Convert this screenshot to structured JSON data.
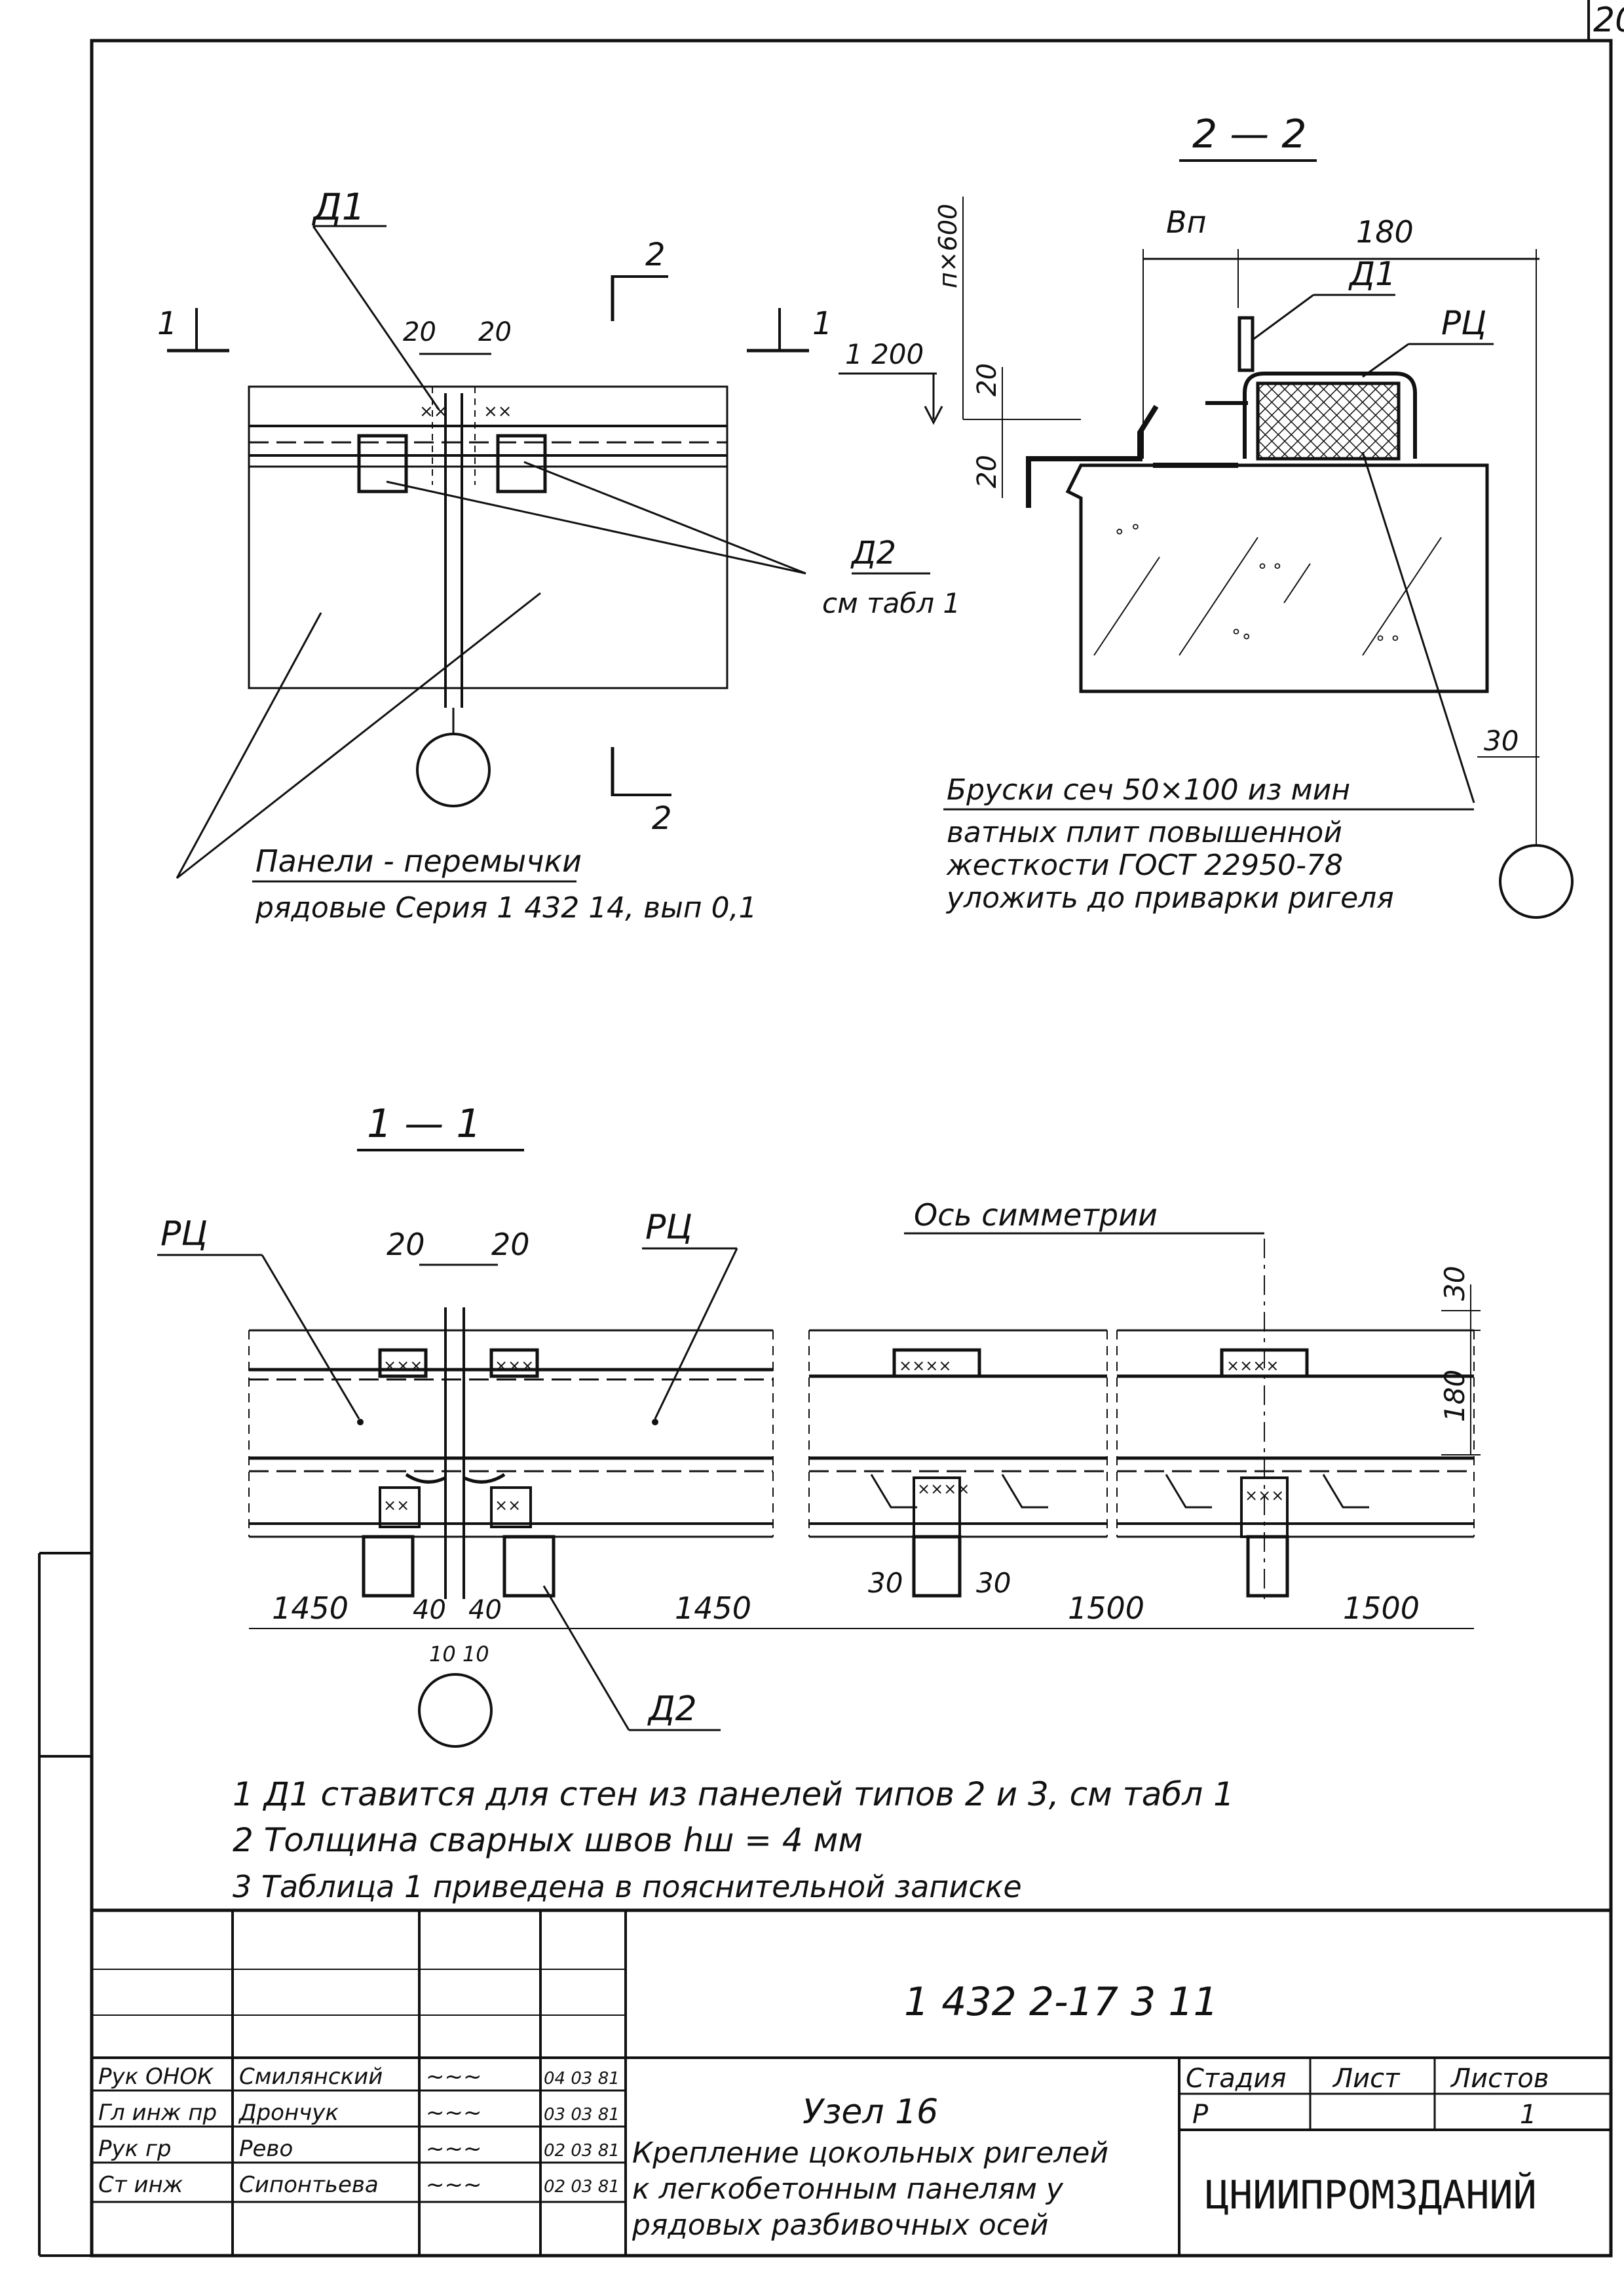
{
  "sheet_number": "20",
  "section_2_2": {
    "title": "2 — 2",
    "dim_bn": "Вп",
    "dim_180": "180",
    "dim_n600": "п×600",
    "dim_1200": "1 200",
    "dim_20a": "20",
    "dim_20b": "20",
    "dim_30": "30",
    "label_d1": "Д1",
    "label_rc": "РЦ",
    "note_lines": [
      "Бруски сеч 50×100 из мин",
      "ватных плит повышенной",
      "жесткости ГОСТ 22950-78",
      "уложить до приварки ригеля"
    ]
  },
  "plan_view": {
    "label_d1": "Д1",
    "label_1_left": "1",
    "label_1_right": "1",
    "label_2_top": "2",
    "label_2_bottom": "2",
    "dim_20_left": "20",
    "dim_20_right": "20",
    "label_d2": "Д2",
    "label_d2_ref": "см табл 1",
    "panels_line1": "Панели - перемычки",
    "panels_line2": "рядовые  Серия 1 432 14, вып 0,1"
  },
  "section_1_1": {
    "title": "1 — 1",
    "label_rc_left": "РЦ",
    "label_rc_mid": "РЦ",
    "dim_20_left": "20",
    "dim_20_right": "20",
    "axis_label": "Ось симметрии",
    "dim_30_right": "30",
    "dim_180_right": "180",
    "dim_1450_left": "1450",
    "dim_40_left": "40",
    "dim_40_right": "40",
    "dim_10_10": "10 10",
    "dim_1450_mid": "1450",
    "dim_30_a": "30",
    "dim_30_b": "30",
    "dim_1500_a": "1500",
    "dim_1500_b": "1500",
    "label_d2": "Д2"
  },
  "notes": [
    "1  Д1 ставится  для стен из панелей типов 2 и 3, см табл 1",
    "2  Толщина  сварных  швов  hш = 4 мм",
    "3  Таблица 1  приведена  в  пояснительной  записке"
  ],
  "title_block": {
    "doc_code": "1 432 2-17 3  11",
    "roles": [
      {
        "role": "Рук ОНОК",
        "name": "Смилянский",
        "date": "04 03 81"
      },
      {
        "role": "Гл инж пр",
        "name": "Дрончук",
        "date": "03 03 81"
      },
      {
        "role": "Рук гр",
        "name": "Рево",
        "date": "02 03 81"
      },
      {
        "role": "Ст инж",
        "name": "Сипонтьева",
        "date": "02 03 81"
      }
    ],
    "title_lines": [
      "Узел 16",
      "Крепление цокольных ригелей",
      "к легкобетонным панелям у",
      "рядовых разбивочных осей"
    ],
    "stage_header": "Стадия",
    "sheet_header": "Лист",
    "sheets_header": "Листов",
    "stage_value": "Р",
    "sheet_value": "",
    "sheets_value": "1",
    "organization": "ЦНИИПРОМЗДАНИЙ"
  }
}
